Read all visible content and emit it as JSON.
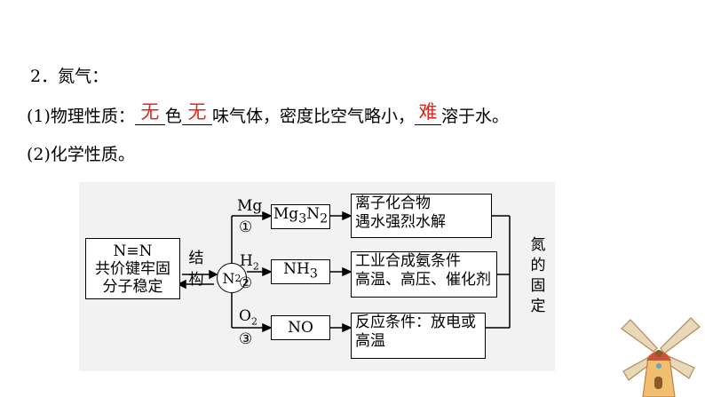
{
  "section": {
    "heading": "2．氮气：",
    "physical": {
      "prefix": "(1)物理性质：",
      "blank1": "无",
      "mid1": "色",
      "blank2": "无",
      "mid2": "味气体，密度比空气略小，",
      "blank3": "难",
      "suffix": "溶于水。"
    },
    "chemical": "(2)化学性质。"
  },
  "diagram": {
    "structure": {
      "l1": "N≡N",
      "l2": "共价键牢固",
      "l3": "分子稳定"
    },
    "structure_label": {
      "c1": "结",
      "c2": "构"
    },
    "center": "N",
    "center_sub": "2",
    "branches": [
      {
        "reagent": "Mg",
        "reagent_sub": "",
        "step": "①",
        "product_html": "Mg<sub>3</sub>N<sub>2</sub>",
        "note1": "离子化合物",
        "note2": "遇水强烈水解"
      },
      {
        "reagent": "H",
        "reagent_sub": "2",
        "step": "②",
        "product_html": "NH<sub>3</sub>",
        "note1": "工业合成氨条件",
        "note2": "高温、高压、催化剂"
      },
      {
        "reagent": "O",
        "reagent_sub": "2",
        "step": "③",
        "product_html": "NO",
        "note1": "反应条件：放电或",
        "note2": "高温"
      }
    ],
    "result": {
      "c1": "氮",
      "c2": "的",
      "c3": "固",
      "c4": "定"
    }
  },
  "colors": {
    "answer": "#e2261b",
    "diagram_bg": "#f2f2f2"
  },
  "decoration": "windmill-icon"
}
